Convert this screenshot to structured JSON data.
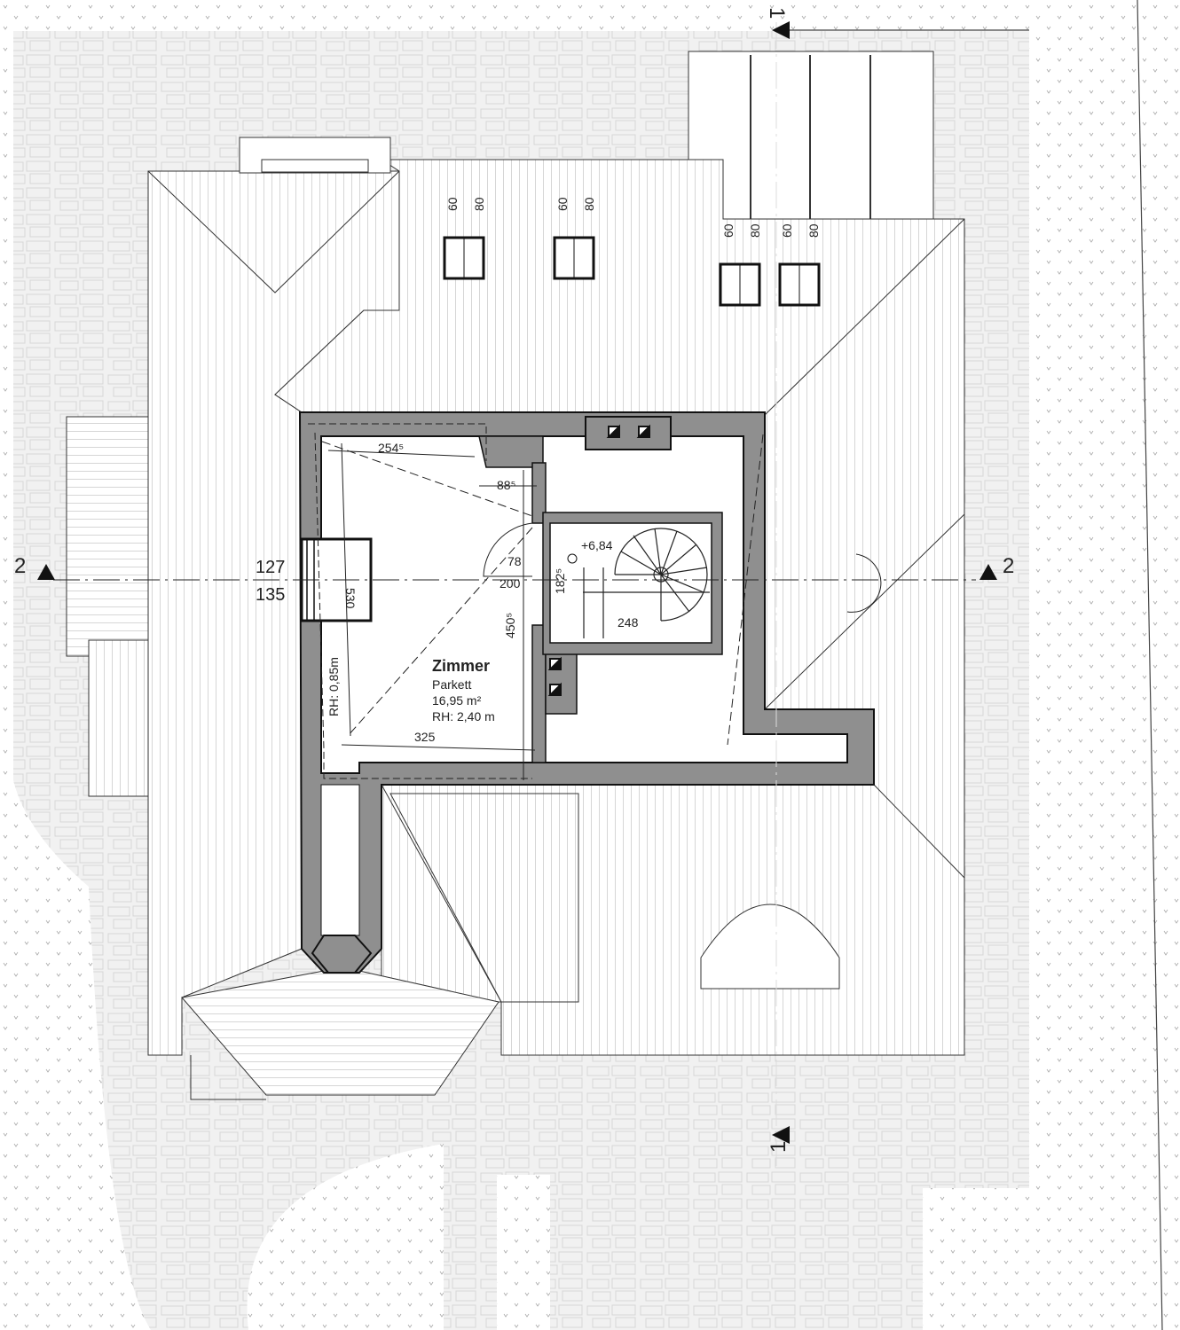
{
  "section_markers": {
    "top": "1",
    "bottom": "1",
    "left": "2",
    "right": "2"
  },
  "roof_windows": [
    {
      "w": "60",
      "h": "80"
    },
    {
      "w": "60",
      "h": "80"
    },
    {
      "w": "60",
      "h": "80"
    },
    {
      "w": "60",
      "h": "80"
    }
  ],
  "dormer_labels": {
    "upper": "127",
    "lower": "135",
    "depth": "530"
  },
  "dimensions": {
    "top_width": "254⁵",
    "notch": "88⁵",
    "door_width": "78",
    "door_height": "200",
    "stair_height": "182⁵",
    "room_depth": "450⁵",
    "stair_width": "248",
    "bottom_width": "325"
  },
  "level": "+6,84",
  "room": {
    "name": "Zimmer",
    "floor": "Parkett",
    "area": "16,95 m²",
    "height": "RH: 2,40 m",
    "low_height": "RH: 0,85m"
  },
  "colors": {
    "wall": "#8f8f8f",
    "stone": "#eeeeee",
    "hatch": "#9a9a9a"
  }
}
